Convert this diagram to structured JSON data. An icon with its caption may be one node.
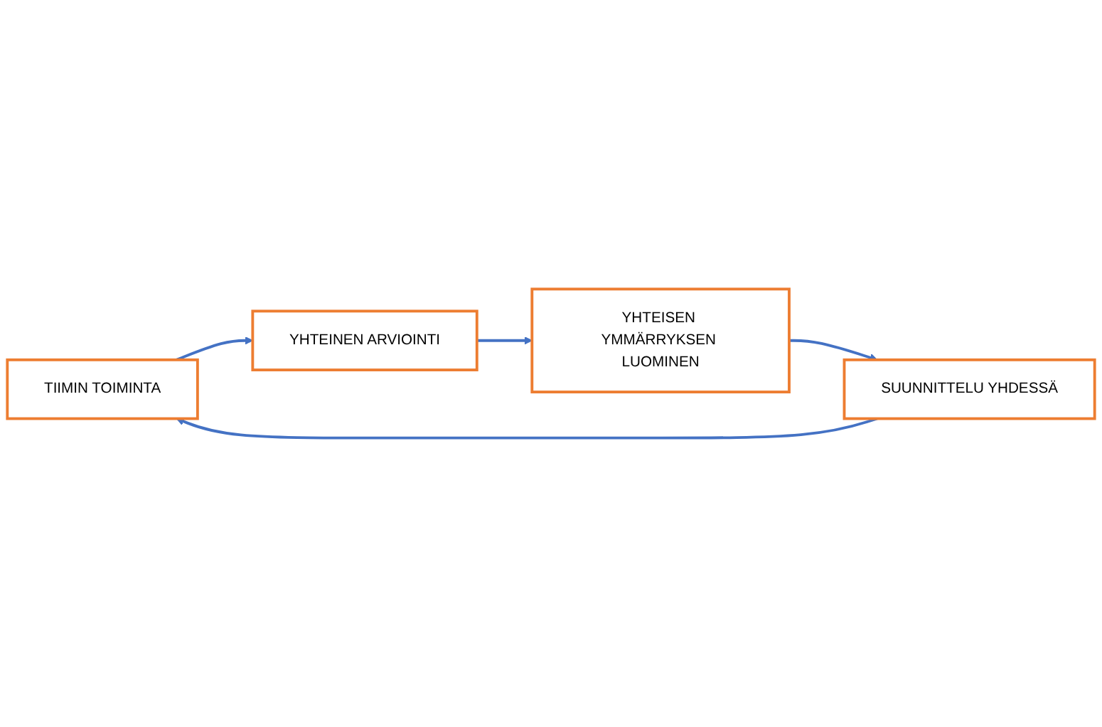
{
  "diagram": {
    "nodes": [
      {
        "text": [
          "TIIMIN TOIMINTA"
        ]
      },
      {
        "text": [
          "SUUNNITTELU YHDESSÄ"
        ]
      },
      {
        "text": [
          "YHTEINEN ARVIOINTI"
        ]
      },
      {
        "text": [
          "YHTEISEN YMMÄRRYKSEN LUOMINEN"
        ]
      }
    ],
    "edges": [
      {
        "from": 1,
        "to": 0,
        "arrow": "to"
      },
      {
        "from": 0,
        "to": 2,
        "arrow": "to"
      },
      {
        "from": 2,
        "to": 3,
        "arrow": "to"
      },
      {
        "from": 3,
        "to": 1,
        "arrow": "to"
      }
    ]
  }
}
